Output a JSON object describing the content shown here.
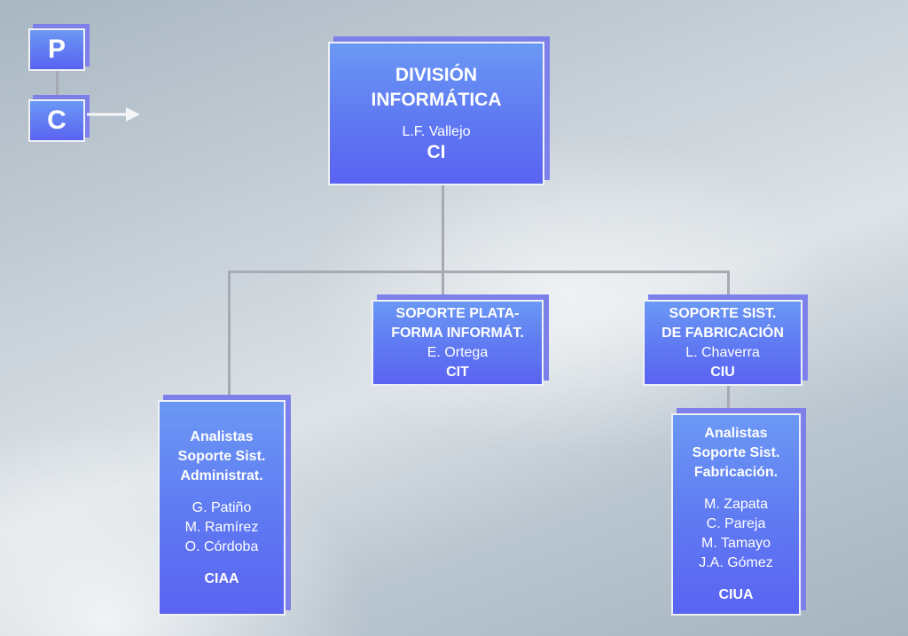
{
  "nav": {
    "top_letter": "P",
    "bottom_letter": "C"
  },
  "root": {
    "title_line1": "DIVISIÓN",
    "title_line2": "INFORMÁTICA",
    "person": "L.F. Vallejo",
    "code": "CI"
  },
  "cit": {
    "title_line1": "SOPORTE PLATA-",
    "title_line2": "FORMA INFORMÁT.",
    "person": "E. Ortega",
    "code": "CIT"
  },
  "ciu": {
    "title_line1": "SOPORTE SIST.",
    "title_line2": "DE FABRICACIÓN",
    "person": "L. Chaverra",
    "code": "CIU"
  },
  "ciaa": {
    "title_line1": "Analistas",
    "title_line2": "Soporte Sist.",
    "title_line3": "Administrat.",
    "people": [
      "G. Patiño",
      "M. Ramírez",
      "O. Córdoba"
    ],
    "code": "CIAA"
  },
  "ciua": {
    "title_line1": "Analistas",
    "title_line2": "Soporte Sist.",
    "title_line3": "Fabricación.",
    "people": [
      "M. Zapata",
      "C. Pareja",
      "M. Tamayo",
      "J.A. Gómez"
    ],
    "code": "CIUA"
  }
}
